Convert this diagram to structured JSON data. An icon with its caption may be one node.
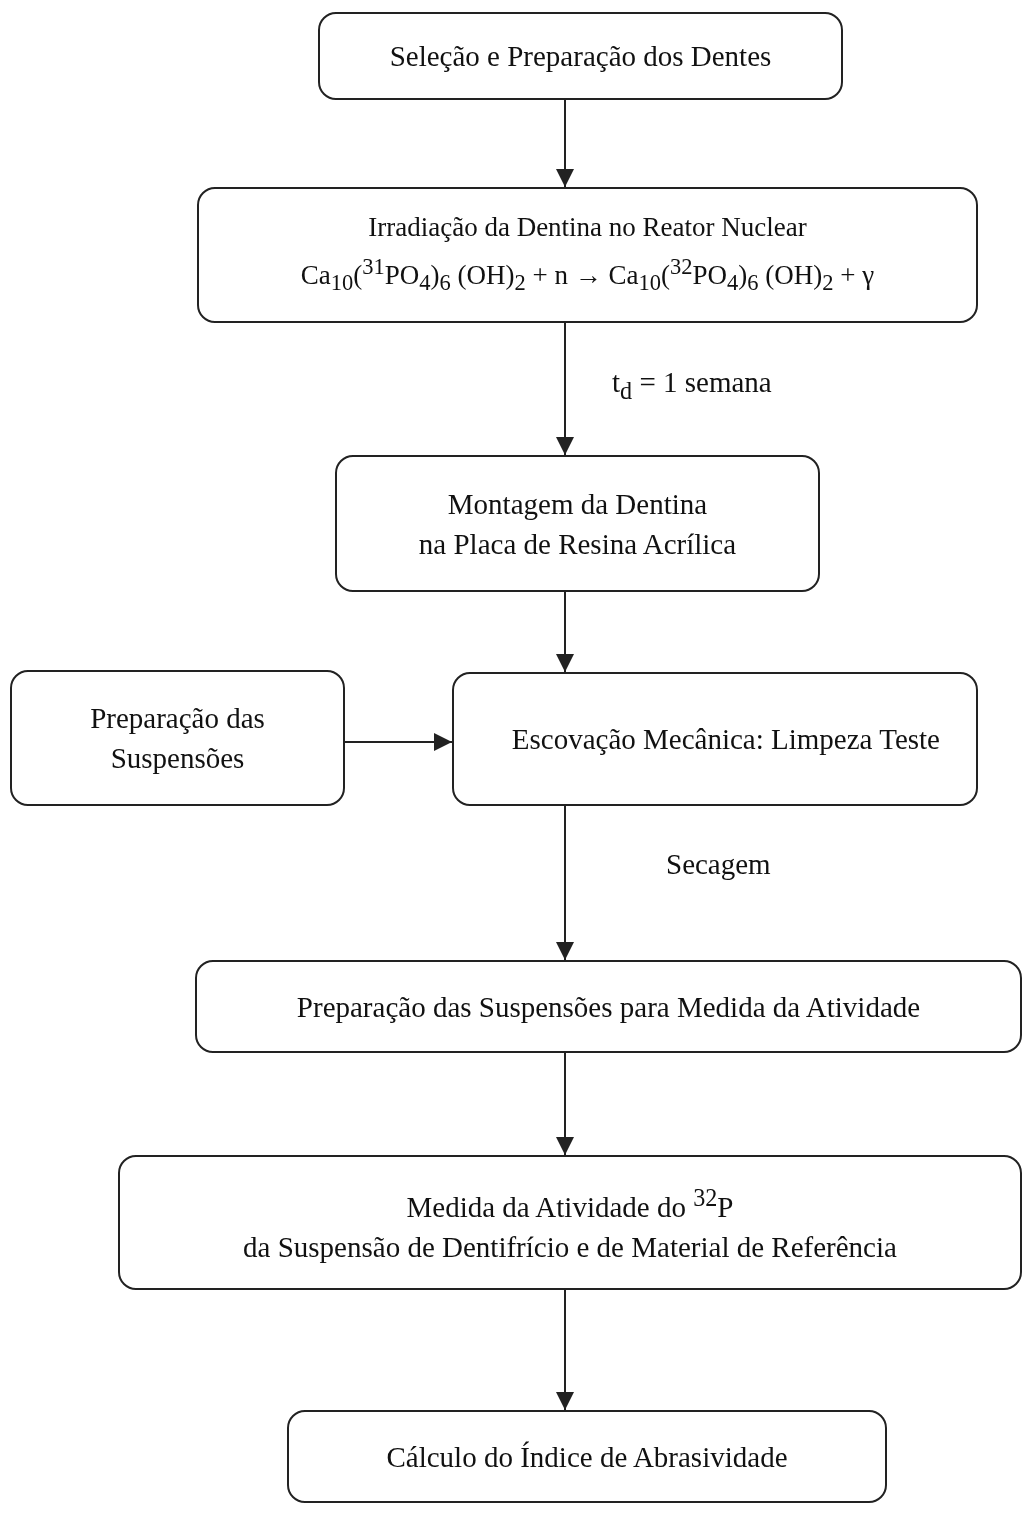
{
  "diagram": {
    "nodes": [
      {
        "text": [
          "Seleção e Preparação dos Dentes"
        ]
      },
      {
        "text": [
          "Irradiação da Dentina no Reator Nuclear",
          "Ca$_{10}$($^{31}$PO$_{4}$)$_{6}$ (OH)$_{2}$ + n → Ca$_{10}$($^{32}$PO$_{4}$)$_{6}$ (OH)$_{2}$ + γ"
        ]
      },
      {
        "text": [
          "Montagem da Dentina",
          "na Placa de Resina Acrílica"
        ]
      },
      {
        "text": [
          "Preparação das Suspensões"
        ]
      },
      {
        "text": [
          "Escovação Mecânica: Limpeza Teste"
        ]
      },
      {
        "text": [
          "Preparação das Suspensões para Medida da Atividade"
        ]
      },
      {
        "text": [
          "Medida da Atividade do $^{32}$P",
          "da Suspensão de Dentifrício e de Material de Referência"
        ]
      },
      {
        "text": [
          "Cálculo do Índice de Abrasividade"
        ]
      }
    ],
    "edges": [
      {
        "from": 0,
        "to": 1,
        "arrow": "to"
      },
      {
        "from": 1,
        "to": 2,
        "arrow": "to",
        "label": "t$_{d}$ = 1 semana"
      },
      {
        "from": 2,
        "to": 4,
        "arrow": "to"
      },
      {
        "from": 3,
        "to": 4,
        "arrow": "to"
      },
      {
        "from": 4,
        "to": 5,
        "arrow": "to",
        "label": "Secagem"
      },
      {
        "from": 5,
        "to": 6,
        "arrow": "to"
      },
      {
        "from": 6,
        "to": 7,
        "arrow": "to"
      }
    ]
  }
}
